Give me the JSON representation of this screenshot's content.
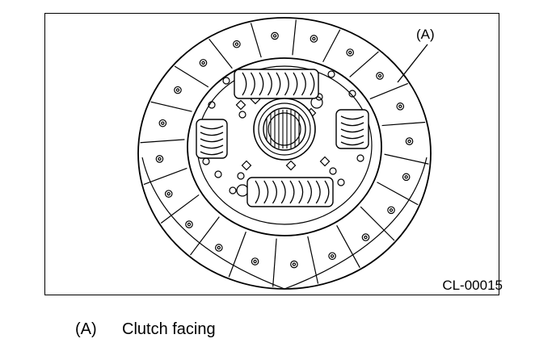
{
  "figure": {
    "callout": "(A)",
    "code": "CL-00015"
  },
  "legend": [
    {
      "key": "(A)",
      "text": "Clutch facing"
    }
  ]
}
